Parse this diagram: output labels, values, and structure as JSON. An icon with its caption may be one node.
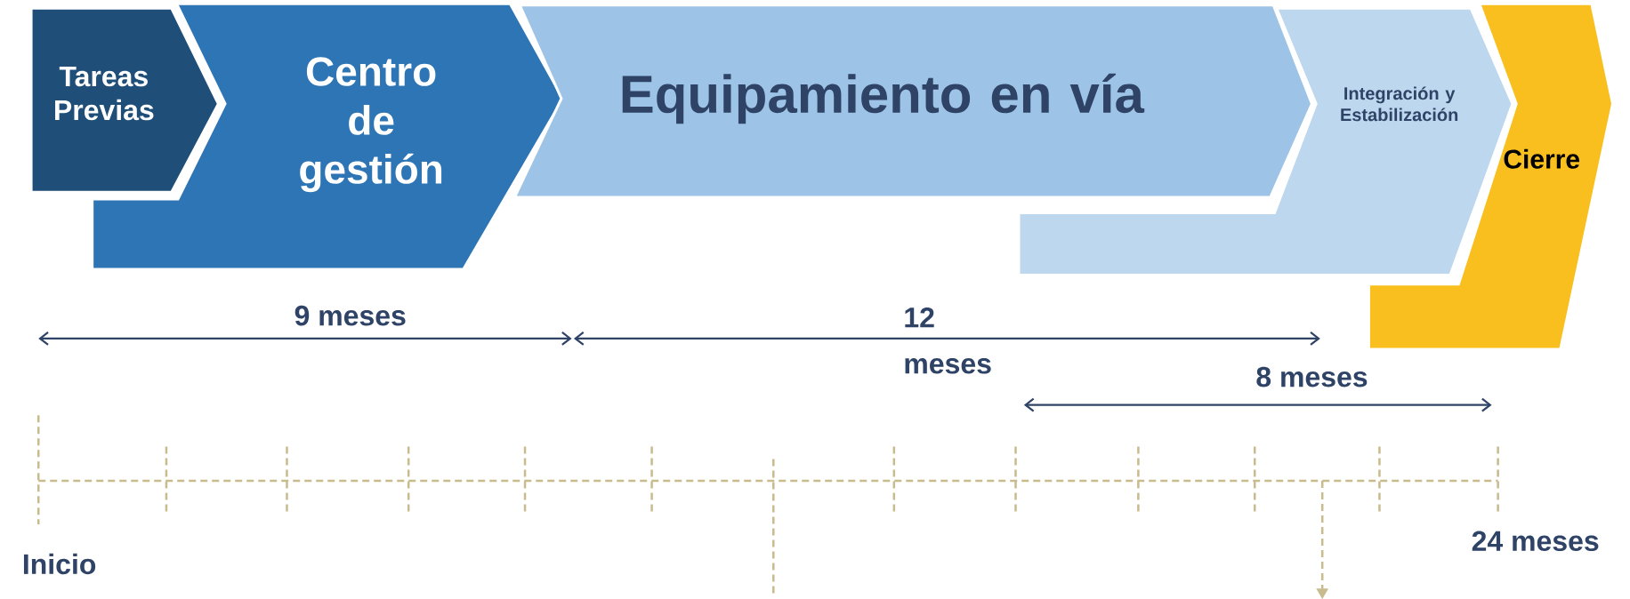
{
  "diagram": {
    "nodes": [
      {
        "text": [
          "Tareas Previas"
        ]
      },
      {
        "text": [
          "Centro de gestión"
        ]
      },
      {
        "text": [
          "Equipamiento en vía"
        ]
      },
      {
        "text": [
          "Integración y Estabilización"
        ]
      },
      {
        "text": [
          "Cierre"
        ]
      }
    ],
    "labels": [
      "9 meses",
      "12 meses",
      "8 meses",
      "Inicio",
      "24 meses"
    ]
  }
}
